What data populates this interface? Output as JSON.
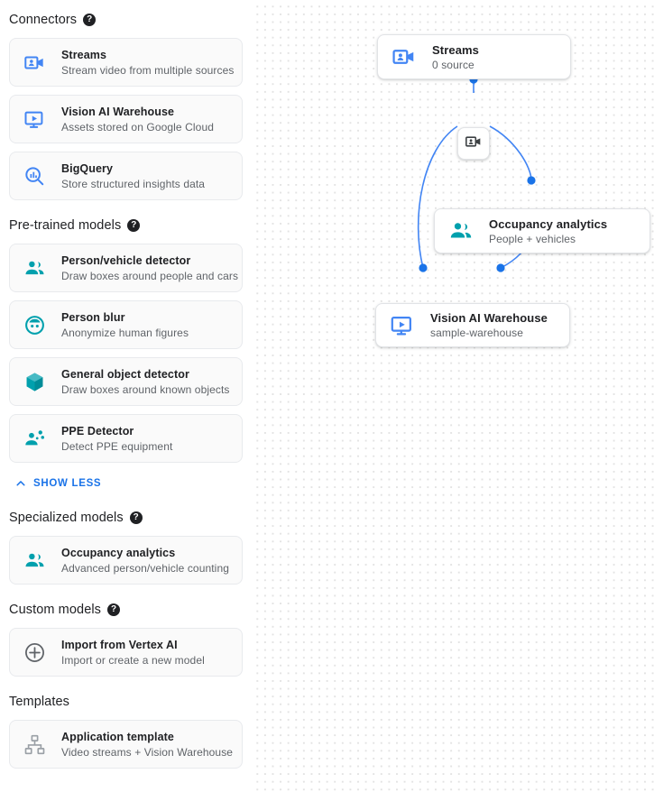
{
  "sidebar": {
    "sections": [
      {
        "id": "connectors",
        "title": "Connectors",
        "has_help": true,
        "help_glyph": "?",
        "items": [
          {
            "icon": "video-camera-icon",
            "icon_color": "#4285f4",
            "title": "Streams",
            "subtitle": "Stream video from multiple sources"
          },
          {
            "icon": "video-monitor-icon",
            "icon_color": "#4285f4",
            "title": "Vision AI Warehouse",
            "subtitle": "Assets stored on Google Cloud"
          },
          {
            "icon": "bigquery-icon",
            "icon_color": "#4285f4",
            "title": "BigQuery",
            "subtitle": "Store structured insights data"
          }
        ]
      },
      {
        "id": "pre-trained-models",
        "title": "Pre-trained models",
        "has_help": true,
        "help_glyph": "?",
        "items": [
          {
            "icon": "people-icon",
            "icon_color": "#00a0ad",
            "title": "Person/vehicle detector",
            "subtitle": "Draw boxes around people and cars"
          },
          {
            "icon": "face-blur-icon",
            "icon_color": "#00a0ad",
            "title": "Person blur",
            "subtitle": "Anonymize human figures"
          },
          {
            "icon": "cube-icon",
            "icon_color": "#00a0ad",
            "title": "General object detector",
            "subtitle": "Draw boxes around known objects"
          },
          {
            "icon": "ppe-person-icon",
            "icon_color": "#00a0ad",
            "title": "PPE Detector",
            "subtitle": "Detect PPE equipment"
          }
        ]
      },
      {
        "id": "specialized-models",
        "title": "Specialized models",
        "has_help": true,
        "help_glyph": "?",
        "items": [
          {
            "icon": "people-icon",
            "icon_color": "#00a0ad",
            "title": "Occupancy analytics",
            "subtitle": "Advanced person/vehicle counting"
          }
        ]
      },
      {
        "id": "custom-models",
        "title": "Custom models",
        "has_help": true,
        "help_glyph": "?",
        "items": [
          {
            "icon": "plus-circle-icon",
            "icon_color": "#5f6368",
            "title": "Import from Vertex AI",
            "subtitle": "Import or create a new model"
          }
        ]
      },
      {
        "id": "templates",
        "title": "Templates",
        "has_help": false,
        "help_glyph": "?",
        "items": [
          {
            "icon": "hierarchy-icon",
            "icon_color": "#9aa0a6",
            "title": "Application template",
            "subtitle": "Video streams + Vision Warehouse"
          }
        ]
      }
    ],
    "show_less": {
      "label": "SHOW LESS",
      "icon": "chevron-up-icon",
      "color": "#1a73e8"
    }
  },
  "canvas": {
    "edge_color": "#4285f4",
    "port_color": "#1a73e8",
    "nodes": [
      {
        "id": "streams",
        "icon": "video-camera-icon",
        "icon_color": "#4285f4",
        "title": "Streams",
        "subtitle": "0 source"
      },
      {
        "id": "occupancy",
        "icon": "people-icon",
        "icon_color": "#00a0ad",
        "title": "Occupancy analytics",
        "subtitle": "People + vehicles"
      },
      {
        "id": "warehouse",
        "icon": "video-monitor-icon",
        "icon_color": "#4285f4",
        "title": "Vision AI Warehouse",
        "subtitle": "sample-warehouse"
      }
    ],
    "chip": {
      "id": "stream-chip",
      "icon": "video-camera-icon",
      "icon_color": "#3c4043"
    }
  }
}
